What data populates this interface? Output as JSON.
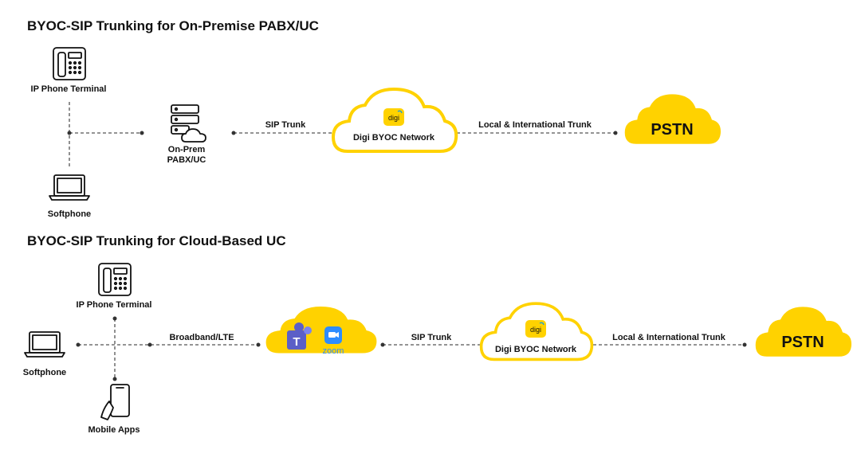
{
  "diagrams": [
    {
      "title": "BYOC-SIP Trunking for On-Premise PABX/UC",
      "nodes": {
        "ip_phone": "IP Phone Terminal",
        "softphone": "Softphone",
        "pabx_line1": "On-Prem",
        "pabx_line2": "PABX/UC",
        "digi_network": "Digi BYOC Network",
        "digi_logo": "digi",
        "pstn": "PSTN"
      },
      "links": {
        "sip_trunk": "SIP Trunk",
        "local_intl_trunk": "Local & International Trunk"
      }
    },
    {
      "title": "BYOC-SIP Trunking for Cloud-Based UC",
      "nodes": {
        "ip_phone": "IP Phone Terminal",
        "softphone": "Softphone",
        "mobile_apps": "Mobile Apps",
        "zoom": "zoom",
        "digi_network": "Digi BYOC Network",
        "digi_logo": "digi",
        "pstn": "PSTN"
      },
      "links": {
        "broadband": "Broadband/LTE",
        "sip_trunk": "SIP Trunk",
        "local_intl_trunk": "Local & International Trunk"
      }
    }
  ],
  "colors": {
    "cloud_yellow": "#FFD200",
    "teams_purple": "#5B5FC7",
    "zoom_blue": "#2D8CFF",
    "connector": "#555555"
  },
  "icons": [
    "ip-phone-icon",
    "laptop-icon",
    "server-cloud-icon",
    "mobile-phone-icon",
    "teams-logo-icon",
    "zoom-logo-icon",
    "digi-logo-icon"
  ]
}
